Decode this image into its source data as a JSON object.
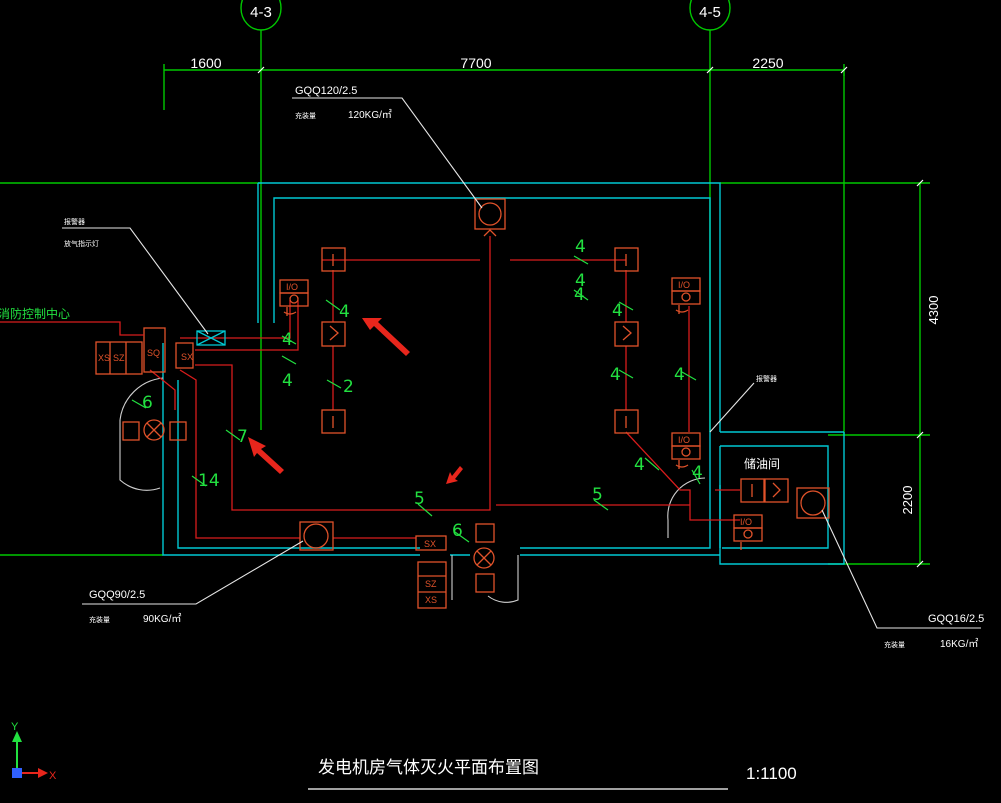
{
  "grid_axes": {
    "left": "4-3",
    "right": "4-5"
  },
  "dimensions": {
    "top_left": "1600",
    "top_mid": "7700",
    "top_right": "2250",
    "right_upper": "4300",
    "right_lower": "2200"
  },
  "cylinders": {
    "top": {
      "model": "GQQ120/2.5",
      "load_label": "充装量",
      "load_value": "120KG/㎡"
    },
    "bottom": {
      "model": "GQQ90/2.5",
      "load_label": "充装量",
      "load_value": "90KG/㎡"
    },
    "oil_room": {
      "model": "GQQ16/2.5",
      "load_label": "充装量",
      "load_value": "16KG/㎡"
    }
  },
  "callouts": {
    "left_top": "报警器",
    "left_bottom": "放气指示灯",
    "control_center": "消防控制中心",
    "oil_room_tag": "报警器"
  },
  "room_labels": {
    "oil_room": "储油间"
  },
  "device_labels": {
    "io": "I/O",
    "sq": "SQ",
    "sz": "SZ",
    "xs": "XS",
    "sx": "SX"
  },
  "wire_counts": {
    "w1": "4",
    "w2": "4",
    "w3": "4",
    "w4": "4",
    "w5": "4",
    "w6": "2",
    "w7": "4",
    "w8": "4",
    "w9": "4",
    "w10": "4",
    "w11": "4",
    "w12": "4",
    "w13": "7",
    "w14": "14",
    "w15": "6",
    "w16": "5",
    "w17": "5",
    "w18": "6"
  },
  "title": {
    "text": "发电机房气体灭火平面布置图",
    "scale": "1:1100"
  },
  "ucs": {
    "x": "X",
    "y": "Y"
  },
  "colors": {
    "background": "#000000",
    "wall": "#00c8d2",
    "grid": "#00c800",
    "equipment": "#e0522a",
    "wiring": "#d81c1c",
    "text": "#ffffff",
    "leader": "#e6e6e6",
    "arrow": "#e8261c",
    "wire_count": "#22e040"
  }
}
